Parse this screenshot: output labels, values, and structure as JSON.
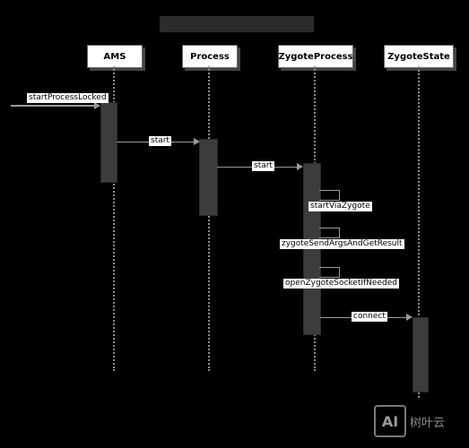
{
  "participants": [
    "AMS",
    "Process",
    "ZygoteProcess",
    "ZygoteState"
  ],
  "messages": [
    "startProcessLocked",
    "start",
    "start",
    "startViaZygote",
    "zygoteSendArgsAndGetResult",
    "openZygoteSocketIfNeeded",
    "connect"
  ],
  "watermark": {
    "logo": "AI",
    "text": "树叶云"
  },
  "colors": {
    "background": "#000000",
    "activation": "#3c3c3c",
    "lifeline": "#8a8a8a",
    "arrow": "#9a9a9a"
  }
}
